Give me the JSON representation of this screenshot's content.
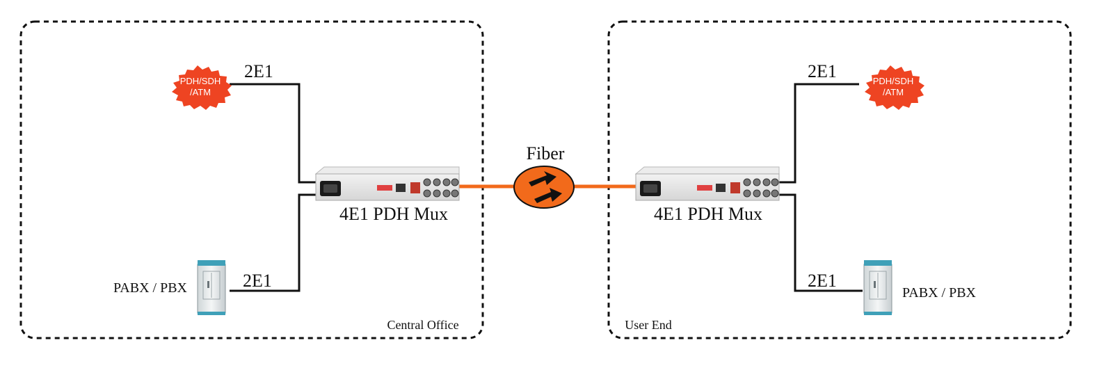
{
  "left_zone": {
    "title": "Central Office",
    "cloud": {
      "line1": "PDH/SDH",
      "line2": "/ATM"
    },
    "cloud_link_label": "2E1",
    "pbx_label": "PABX / PBX",
    "pbx_link_label": "2E1",
    "mux_label": "4E1 PDH Mux"
  },
  "right_zone": {
    "title": "User End",
    "cloud": {
      "line1": "PDH/SDH",
      "line2": "/ATM"
    },
    "cloud_link_label": "2E1",
    "pbx_label": "PABX / PBX",
    "pbx_link_label": "2E1",
    "mux_label": "4E1 PDH Mux"
  },
  "fiber": {
    "label": "Fiber"
  },
  "colors": {
    "fiber": "#f26a1b",
    "cloud": "#ee4422",
    "dashed_border": "#111111",
    "link_line": "#111111",
    "device_body": "#e4e4e4",
    "pbx_teal": "#3fa0b8"
  },
  "icons": {
    "cloud": "starburst-network-cloud",
    "fiber": "fiber-exchange-arrows-icon",
    "mux": "pdh-multiplexer-device",
    "pbx": "pbx-cabinet-icon"
  }
}
